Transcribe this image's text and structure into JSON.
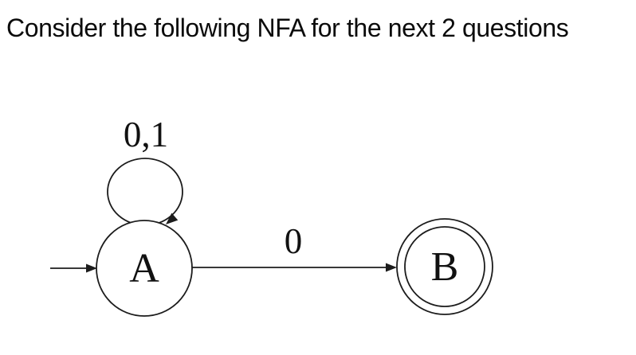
{
  "title": "Consider the following NFA for the next 2 questions",
  "diagram": {
    "type": "nfa-state-diagram",
    "states": [
      {
        "id": "A",
        "label": "A",
        "initial": true,
        "accepting": false
      },
      {
        "id": "B",
        "label": "B",
        "initial": false,
        "accepting": true
      }
    ],
    "transitions": [
      {
        "from": "A",
        "to": "A",
        "label": "0,1"
      },
      {
        "from": "A",
        "to": "B",
        "label": "0"
      }
    ],
    "colors": {
      "stroke": "#1c1c1c",
      "background": "#ffffff",
      "text": "#111111"
    }
  }
}
